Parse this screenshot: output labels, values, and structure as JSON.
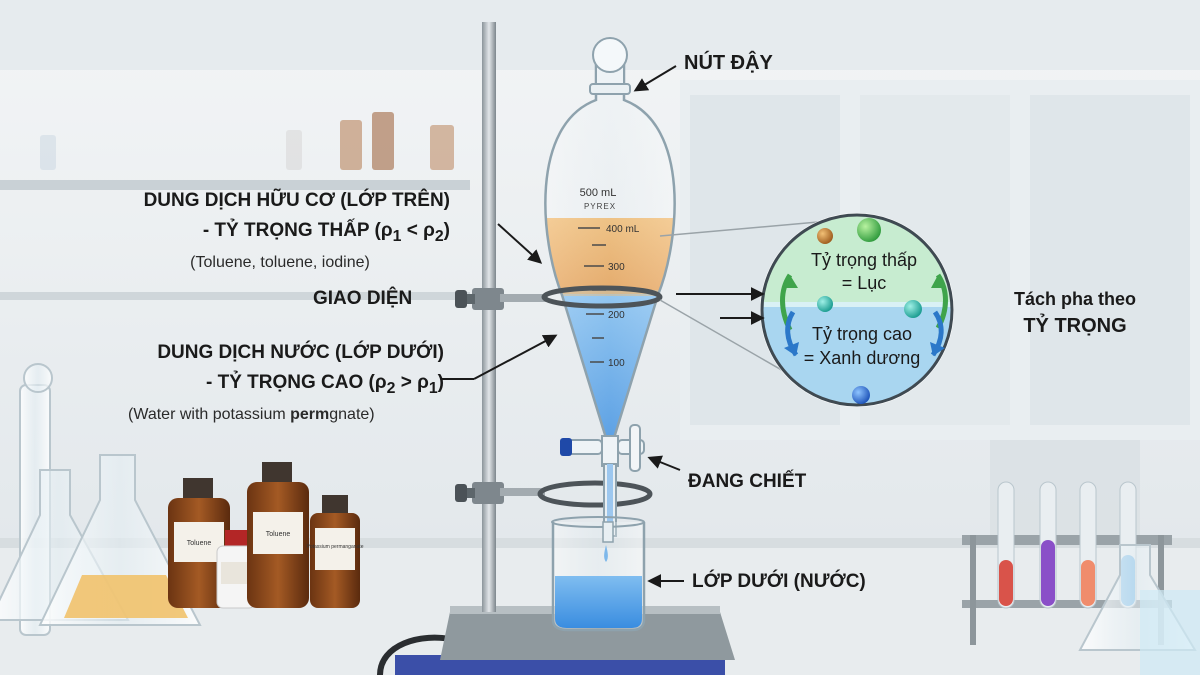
{
  "labels": {
    "stopper": "NÚT ĐẬY",
    "organic_title": "DUNG DỊCH HỮU CƠ (LỚP TRÊN)",
    "organic_density_pre": "- TỶ TRỌNG THẤP (ρ",
    "organic_density_mid": " < ρ",
    "organic_density_post": ")",
    "organic_note": "(Toluene, toluene, iodine)",
    "interface": "GIAO DIỆN",
    "aqueous_title": "DUNG DỊCH NƯỚC (LỚP DƯỚI)",
    "aqueous_density_pre": "- TỶ TRỌNG CAO (ρ",
    "aqueous_density_mid": " > ρ",
    "aqueous_density_post": ")",
    "aqueous_note_pre": "(Water with potassium ",
    "aqueous_note_bold": "perm",
    "aqueous_note_post": "gnate)",
    "sub1": "1",
    "sub2": "2",
    "draining": "ĐANG CHIẾT",
    "bottom_layer": "LỚP DƯỚI (NƯỚC)",
    "separation_line1": "Tách pha theo",
    "separation_line2": "TỶ TRỌNG"
  },
  "zoom": {
    "upper_line1": "Tỷ trọng thấp",
    "upper_line2": "= Lục",
    "lower_line1": "Tỷ trọng cao",
    "lower_line2": "= Xanh dương"
  },
  "flask": {
    "volume": "500 mL",
    "brand": "PYREX",
    "marks": [
      "400 mL",
      "300",
      "200",
      "100"
    ]
  },
  "bottles": {
    "b1": "Toluene",
    "b2": "Toluene",
    "b3": "Potassium permanganate"
  },
  "colors": {
    "organic": "#e9a85c",
    "aqueous": "#4f9fe6",
    "zoom_top": "#c7ecd0",
    "zoom_bottom": "#a9d6f0",
    "arrow_green": "#3fa44b",
    "arrow_blue": "#2b78c9"
  }
}
